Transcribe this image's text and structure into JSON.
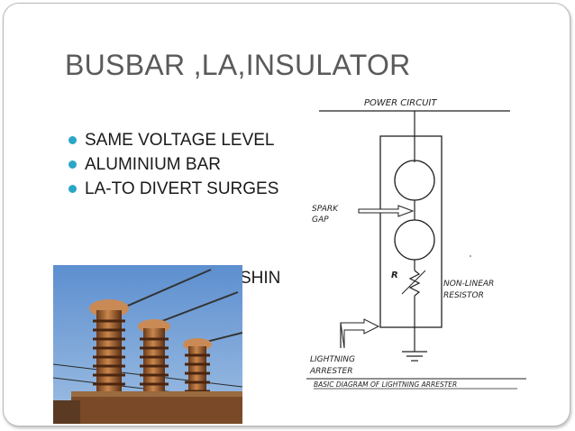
{
  "slide": {
    "title": "BUSBAR ,LA,INSULATOR",
    "bullets": [
      "SAME VOLTAGE LEVEL",
      "ALUMINIUM BAR",
      "LA-TO DIVERT SURGES"
    ],
    "partial_bullet_tail": "SHIN"
  },
  "diagram": {
    "power_circuit_label": "POWER CIRCUIT",
    "spark_gap_label_line1": "SPARK",
    "spark_gap_label_line2": "GAP",
    "resistor_symbol_label": "R",
    "nonlinear_label_line1": "NON-LINEAR",
    "nonlinear_label_line2": "RESISTOR",
    "lightning_label_line1": "LIGHTNING",
    "lightning_label_line2": "ARRESTER",
    "caption": "BASIC DIAGRAM OF LIGHTNING ARRESTER"
  },
  "colors": {
    "title": "#5a5a5a",
    "bullet_dot": "#2aa6c6",
    "sky": "#6f9bd0",
    "porcelain": "#b0703c"
  }
}
